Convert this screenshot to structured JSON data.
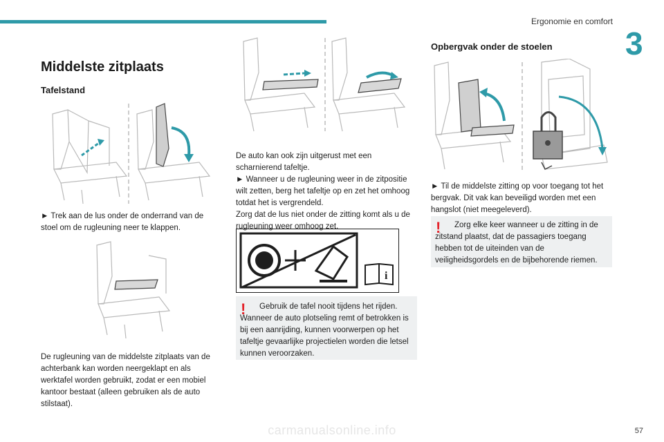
{
  "header": {
    "section": "Ergonomie en comfort",
    "chapter": "3"
  },
  "page_title": "Middelste zitplaats",
  "tafelstand": {
    "heading": "Tafelstand",
    "step1": "► Trek aan de lus onder de onderrand van de stoel om de rugleuning neer te klappen.",
    "desc": "De rugleuning van de middelste zitplaats van de achterbank kan worden neergeklapt en als werktafel worden gebruikt, zodat er een mobiel kantoor bestaat (alleen gebruiken als de auto stilstaat)."
  },
  "middle": {
    "p1": "De auto kan ook zijn uitgerust met een scharnierend tafeltje.",
    "p2": "► Wanneer u de rugleuning weer in de zitpositie wilt zetten, berg het tafeltje op en zet het omhoog totdat het is vergrendeld.",
    "p3": "Zorg dat de lus niet onder de zitting komt als u de rugleuning weer omhoog zet.",
    "warning": "Gebruik de tafel nooit tijdens het rijden. Wanneer de auto plotseling remt of betrokken is bij een aanrijding, kunnen voorwerpen op het tafeltje gevaarlijke projectielen worden die letsel kunnen veroorzaken."
  },
  "opbergvak": {
    "heading": "Opbergvak onder de stoelen",
    "step": "► Til de middelste zitting op voor toegang tot het bergvak. Dit vak kan beveiligd worden met een hangslot (niet meegeleverd).",
    "warning": "Zorg elke keer wanneer u de zitting in de zitstand plaatst, dat de passagiers toegang hebben tot de uiteinden van de veiligheidsgordels en de bijbehorende riemen."
  },
  "footer": {
    "page": "57",
    "watermark": "carmanualsonline.info"
  },
  "colors": {
    "accent": "#2e9aa8",
    "warning": "#e4232b",
    "box": "#eef0f1"
  }
}
